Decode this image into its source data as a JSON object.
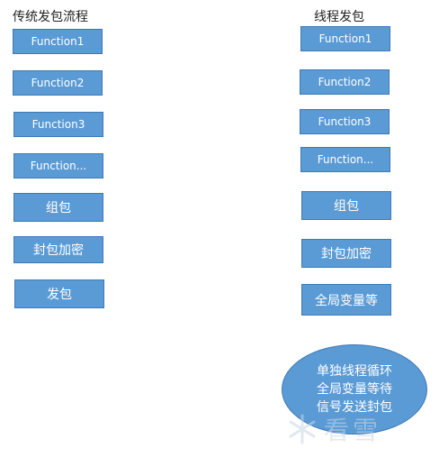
{
  "left_column": {
    "title": "传统发包流程",
    "steps": [
      "Function1",
      "Function2",
      "Function3",
      "Function...",
      "组包",
      "封包加密",
      "发包"
    ]
  },
  "right_column": {
    "title": "线程发包",
    "steps": [
      "Function1",
      "Function2",
      "Function3",
      "Function...",
      "组包",
      "封包加密",
      "全局变量等"
    ],
    "ellipse": {
      "line1": "单独线程循环",
      "line2": "全局变量等待",
      "line3": "信号发送封包"
    }
  },
  "watermark": {
    "text": "看雪",
    "icon": "snowflake-logo"
  },
  "colors": {
    "box_fill": "#5b9bd5",
    "box_border": "#3f78b5",
    "box_text": "#ffffff"
  }
}
